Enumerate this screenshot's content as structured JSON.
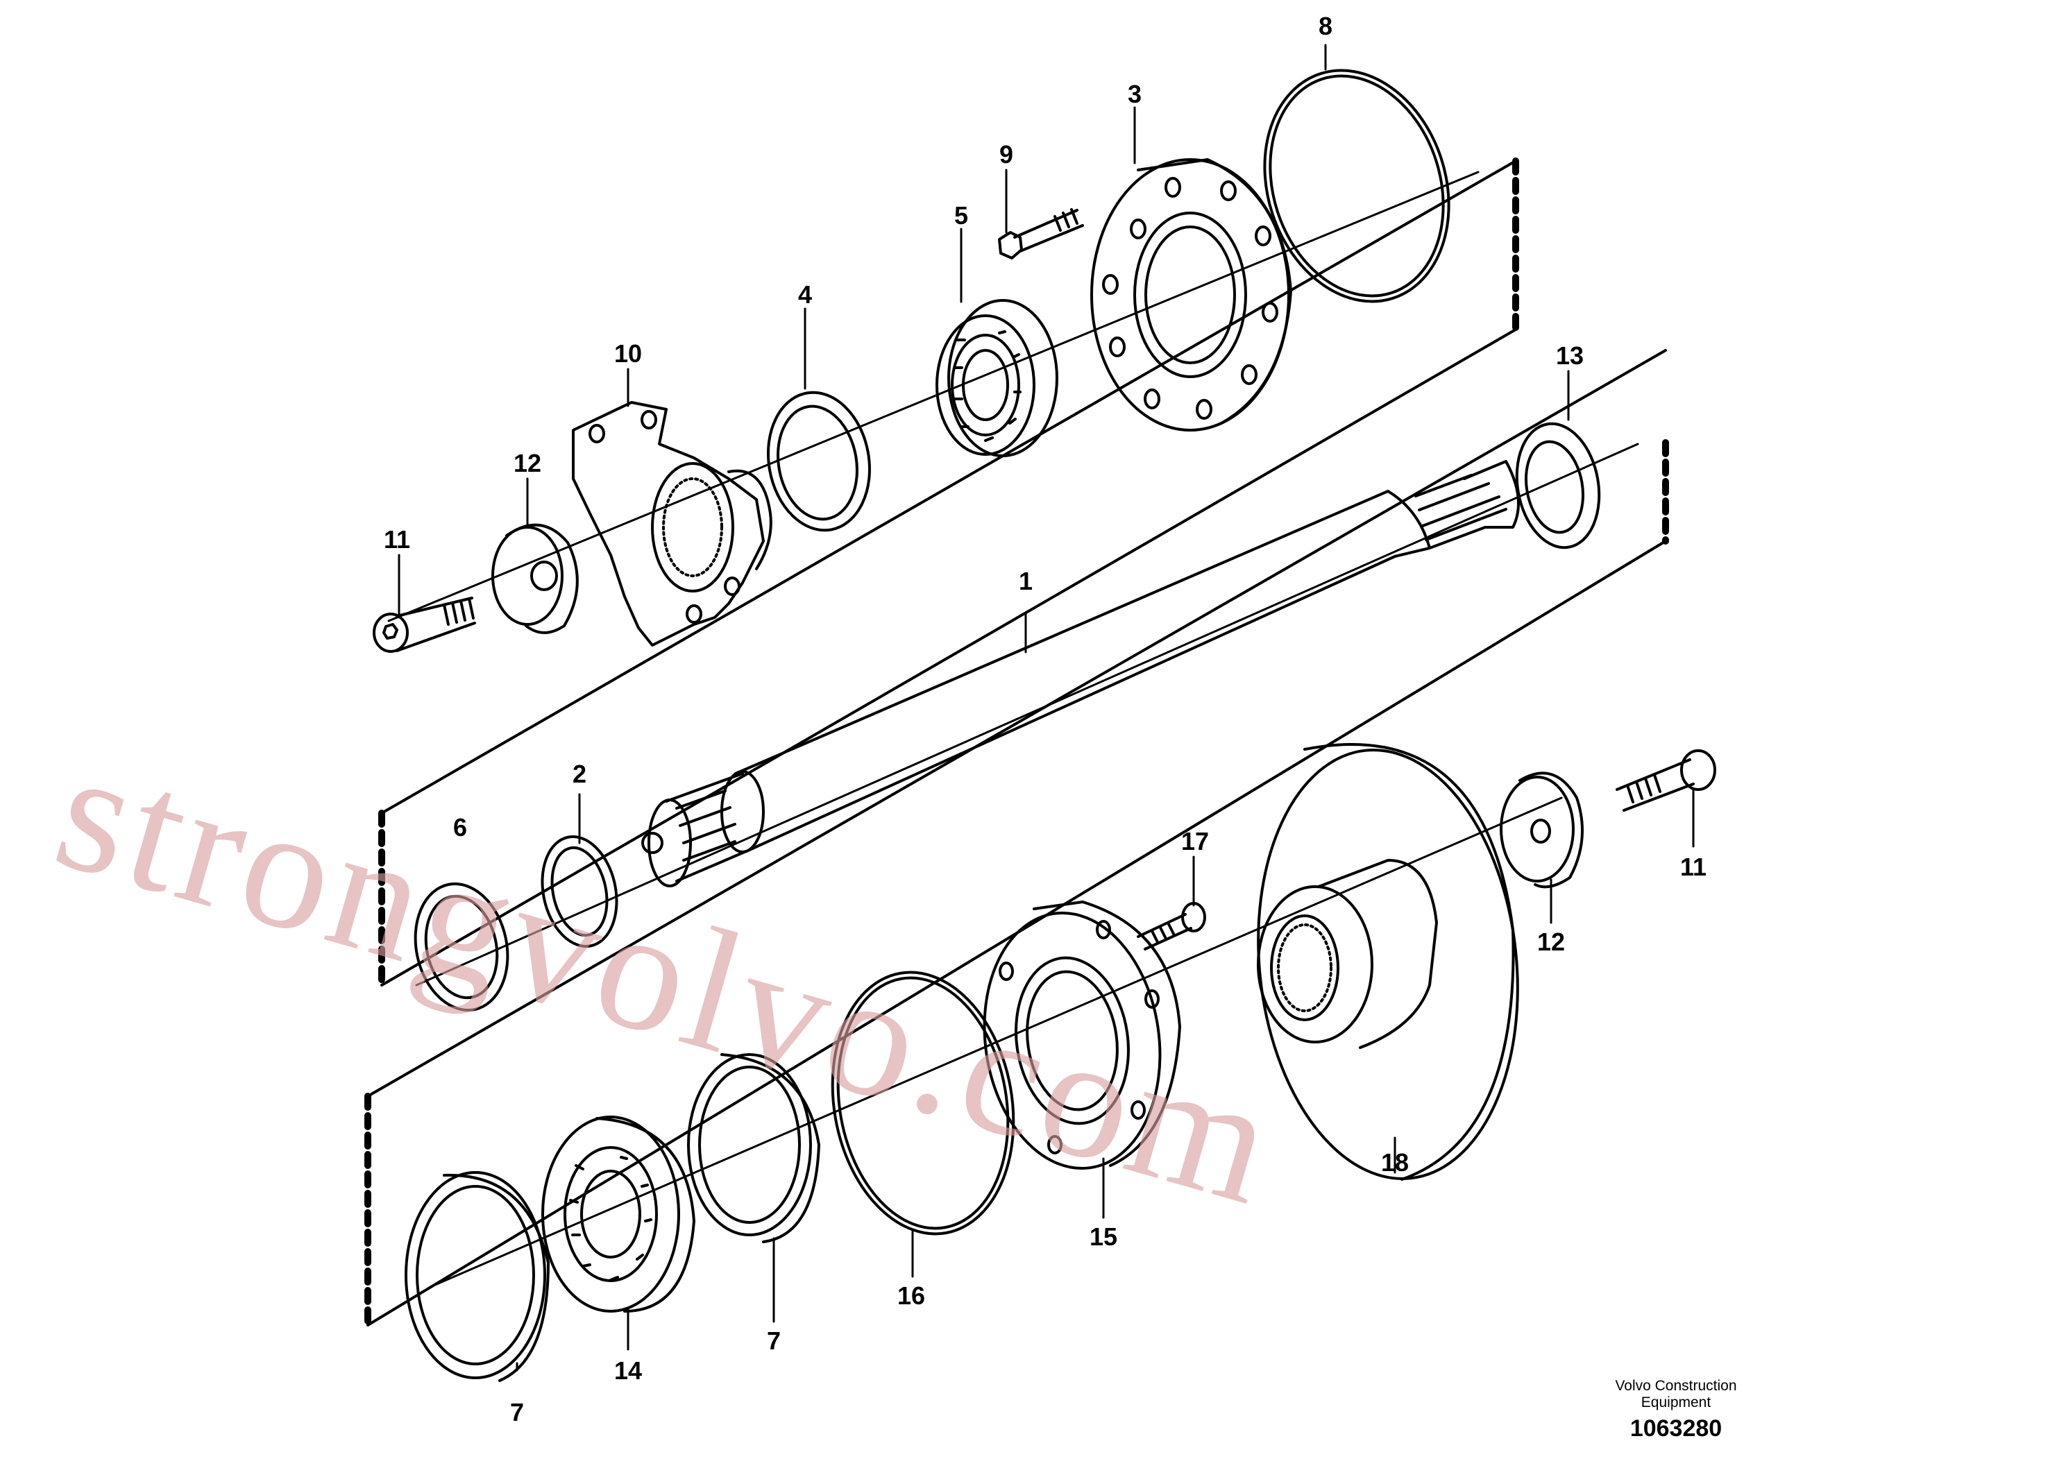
{
  "labels": {
    "p1": "1",
    "p2": "2",
    "p3": "3",
    "p4": "4",
    "p5": "5",
    "p6": "6",
    "p7a": "7",
    "p7b": "7",
    "p8": "8",
    "p9": "9",
    "p10": "10",
    "p11a": "11",
    "p11b": "11",
    "p12a": "12",
    "p12b": "12",
    "p13": "13",
    "p14": "14",
    "p15": "15",
    "p16": "16",
    "p17": "17",
    "p18": "18"
  },
  "watermark": "strongvolvo.com",
  "footer": {
    "maker_line1": "Volvo Construction",
    "maker_line2": "Equipment",
    "doc_number": "1063280"
  },
  "colors": {
    "ink": "#000000",
    "watermark": "#d9a0a0",
    "background": "#ffffff"
  }
}
